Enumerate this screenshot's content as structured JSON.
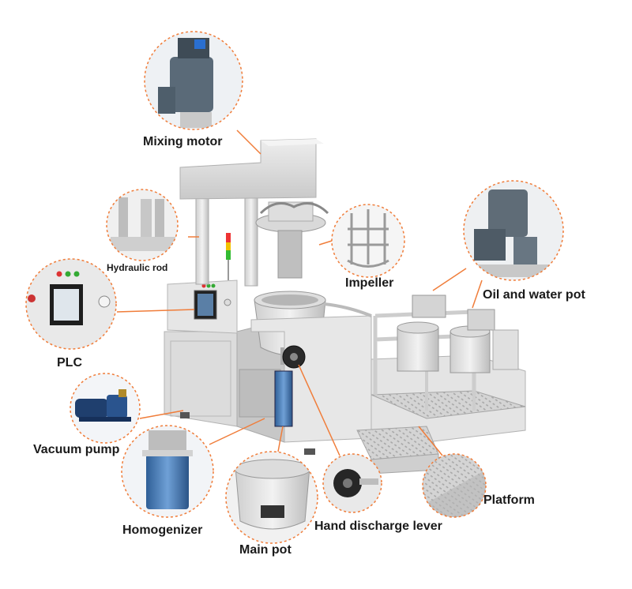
{
  "diagram": {
    "accent_color": "#f07d3a",
    "steel_light": "#e8e8e8",
    "steel_mid": "#c8c8c8",
    "steel_dark": "#9a9a9a",
    "motor_blue": "#3a6ea8",
    "labels": {
      "mixing_motor": "Mixing motor",
      "hydraulic_rod": "Hydraulic rod",
      "impeller": "Impeller",
      "oil_and_water_pot": "Oil and water pot",
      "plc": "PLC",
      "vacuum_pump": "Vacuum pump",
      "homogenizer": "Homogenizer",
      "main_pot": "Main pot",
      "hand_discharge_lever": "Hand discharge lever",
      "platform": "Platform"
    }
  }
}
